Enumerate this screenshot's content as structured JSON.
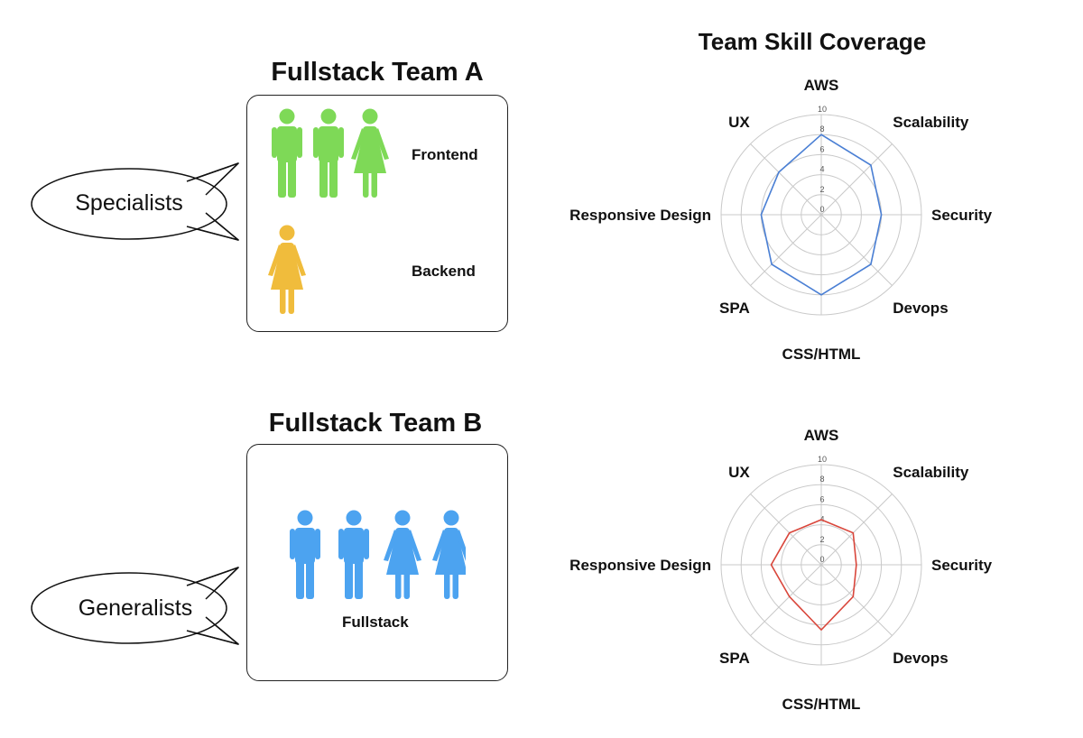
{
  "team_a": {
    "title": "Fullstack Team A",
    "bubble": "Specialists",
    "roles": [
      {
        "label": "Frontend",
        "color": "#7ed957",
        "members": [
          "man",
          "man",
          "woman"
        ]
      },
      {
        "label": "Backend",
        "color": "#f0bc3c",
        "members": [
          "woman"
        ]
      }
    ]
  },
  "team_b": {
    "title": "Fullstack Team B",
    "bubble": "Generalists",
    "roles": [
      {
        "label": "Fullstack",
        "color": "#4ca3f0",
        "members": [
          "man",
          "man",
          "woman",
          "woman"
        ]
      }
    ]
  },
  "coverage_title": "Team Skill Coverage",
  "chart_data": [
    {
      "type": "radar",
      "title": "",
      "axes": [
        "AWS",
        "Scalability",
        "Security",
        "Devops",
        "CSS/HTML",
        "SPA",
        "Responsive Design",
        "UX"
      ],
      "rlim": [
        0,
        10
      ],
      "ticks": [
        "0",
        "2",
        "4",
        "6",
        "8",
        "10"
      ],
      "grid": true,
      "series": [
        {
          "values": [
            8,
            7,
            6,
            7,
            8,
            7,
            6,
            6
          ],
          "color": "#4a7fd4"
        }
      ]
    },
    {
      "type": "radar",
      "title": "",
      "axes": [
        "AWS",
        "Scalability",
        "Security",
        "Devops",
        "CSS/HTML",
        "SPA",
        "Responsive Design",
        "UX"
      ],
      "rlim": [
        0,
        10
      ],
      "ticks": [
        "0",
        "2",
        "4",
        "6",
        "8",
        "10"
      ],
      "grid": true,
      "series": [
        {
          "values": [
            4.5,
            4.5,
            3.5,
            4.5,
            6.5,
            4.5,
            5,
            4.5
          ],
          "color": "#d9463b"
        }
      ]
    }
  ]
}
